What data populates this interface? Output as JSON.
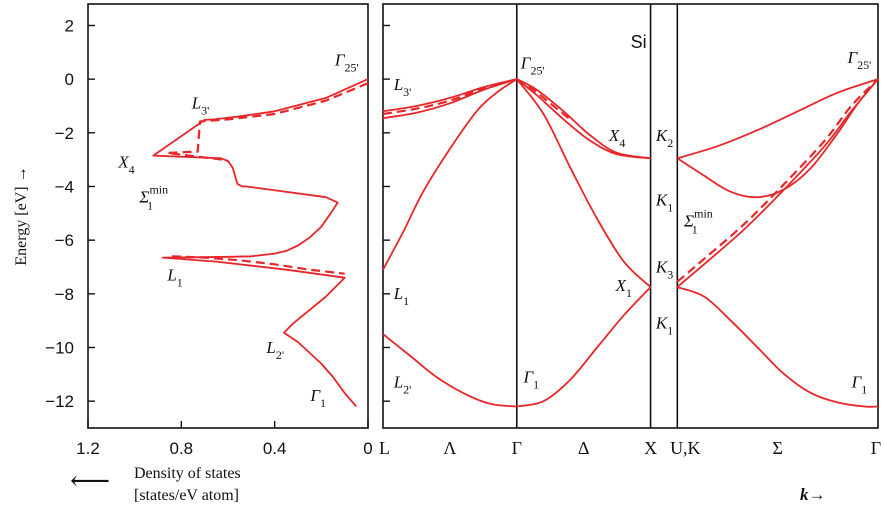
{
  "chart_data": [
    {
      "type": "line",
      "panel": "density-of-states",
      "xlabel_line1": "Density of states",
      "xlabel_line2": "[states/eV atom]",
      "arrow_label": "⟵",
      "ylabel": "Energy [eV] →",
      "xlim": [
        1.2,
        0
      ],
      "ylim": [
        -13,
        2.8
      ],
      "xticks": [
        1.2,
        0.8,
        0.4,
        0
      ],
      "xtick_labels": [
        "1.2",
        "0.8",
        "0.4",
        "0"
      ],
      "yticks": [
        2,
        0,
        -2,
        -4,
        -6,
        -8,
        -10,
        -12
      ],
      "ytick_labels": [
        "2",
        "0",
        "−2",
        "−4",
        "−6",
        "−8",
        "−10",
        "−12"
      ],
      "series": [
        {
          "style": "solid",
          "x": [
            0.0,
            0.18,
            0.4,
            0.56,
            0.66,
            0.7,
            0.92,
            0.63,
            0.6,
            0.58,
            0.56,
            0.54,
            0.52,
            0.18,
            0.13,
            0.16,
            0.2,
            0.25,
            0.3,
            0.35,
            0.4,
            0.5,
            0.6,
            0.88,
            0.65,
            0.35,
            0.1,
            0.18,
            0.25,
            0.32,
            0.36,
            0.3,
            0.25,
            0.2,
            0.15,
            0.1,
            0.05
          ],
          "y": [
            0.0,
            -0.7,
            -1.2,
            -1.4,
            -1.5,
            -1.52,
            -2.85,
            -2.95,
            -3.05,
            -3.3,
            -3.9,
            -4.0,
            -4.0,
            -4.4,
            -4.6,
            -5.0,
            -5.5,
            -5.9,
            -6.2,
            -6.4,
            -6.5,
            -6.6,
            -6.62,
            -6.65,
            -6.8,
            -7.1,
            -7.4,
            -8.1,
            -8.6,
            -9.1,
            -9.45,
            -9.8,
            -10.2,
            -10.6,
            -11.1,
            -11.7,
            -12.2
          ]
        },
        {
          "style": "dashed",
          "x": [
            0.0,
            0.18,
            0.4,
            0.6,
            0.72,
            0.73,
            0.86,
            0.72,
            0.64,
            0.6
          ],
          "y": [
            -0.15,
            -0.8,
            -1.3,
            -1.5,
            -1.58,
            -2.7,
            -2.75,
            -2.9,
            -2.98,
            -3.05
          ]
        },
        {
          "style": "dashed",
          "x": [
            0.84,
            0.7,
            0.55,
            0.4,
            0.25,
            0.1
          ],
          "y": [
            -6.6,
            -6.65,
            -6.75,
            -6.9,
            -7.1,
            -7.25
          ]
        }
      ],
      "annotations": [
        {
          "text": "Γ",
          "sub": "25'",
          "x": 0.04,
          "y": 0.5,
          "anchor": "end"
        },
        {
          "text": "L",
          "sub": "3'",
          "x": 0.68,
          "y": -1.1,
          "anchor": "end"
        },
        {
          "text": "X",
          "sub": "4",
          "x": 1.0,
          "y": -3.3,
          "anchor": "end"
        },
        {
          "text": "Σ",
          "sub": "1",
          "sup": "min",
          "x": 0.98,
          "y": -4.6,
          "anchor": "start"
        },
        {
          "text": "L",
          "sub": "1",
          "x": 0.86,
          "y": -7.5,
          "anchor": "start"
        },
        {
          "text": "L",
          "sub": "2'",
          "x": 0.36,
          "y": -10.2,
          "anchor": "end"
        },
        {
          "text": "Γ",
          "sub": "1",
          "x": 0.18,
          "y": -12.0,
          "anchor": "end"
        }
      ]
    },
    {
      "type": "line",
      "panel": "band-structure",
      "material": "Si",
      "xlabel": "k→",
      "ylim": [
        -13,
        2.8
      ],
      "kpoint_labels": [
        "L",
        "Λ",
        "Γ",
        "Δ",
        "X",
        "U,K",
        "Σ",
        "Γ"
      ],
      "kpoint_positions": [
        0.0,
        0.5,
        1.0,
        1.5,
        2.0,
        2.2,
        2.95,
        3.7
      ],
      "vertical_lines": [
        1.0,
        2.0,
        2.2
      ],
      "kpath_segments": [
        [
          "L",
          "Γ"
        ],
        [
          "Γ",
          "X"
        ],
        [
          "U,K",
          "Γ"
        ]
      ],
      "bands": [
        {
          "segment": 0,
          "style": "solid",
          "x": [
            0.0,
            0.25,
            0.5,
            0.75,
            1.0
          ],
          "y": [
            -1.2,
            -1.0,
            -0.7,
            -0.3,
            0.0
          ]
        },
        {
          "segment": 0,
          "style": "solid",
          "x": [
            0.0,
            0.25,
            0.5,
            0.75,
            1.0
          ],
          "y": [
            -1.45,
            -1.25,
            -0.9,
            -0.4,
            0.0
          ]
        },
        {
          "segment": 0,
          "style": "dashed",
          "x": [
            0.0,
            0.25,
            0.5,
            0.75,
            1.0
          ],
          "y": [
            -1.3,
            -1.1,
            -0.8,
            -0.35,
            0.0
          ]
        },
        {
          "segment": 0,
          "style": "solid",
          "x": [
            0.0,
            0.15,
            0.3,
            0.5,
            0.7,
            0.85,
            1.0
          ],
          "y": [
            -7.1,
            -5.7,
            -4.2,
            -2.6,
            -1.2,
            -0.5,
            0.0
          ]
        },
        {
          "segment": 0,
          "style": "solid",
          "x": [
            0.0,
            0.2,
            0.4,
            0.6,
            0.8,
            1.0
          ],
          "y": [
            -9.5,
            -10.3,
            -11.1,
            -11.7,
            -12.1,
            -12.2
          ]
        },
        {
          "segment": 1,
          "style": "solid",
          "x": [
            1.0,
            1.15,
            1.35,
            1.55,
            1.75,
            2.0
          ],
          "y": [
            0.0,
            -0.6,
            -1.5,
            -2.3,
            -2.8,
            -2.95
          ]
        },
        {
          "segment": 1,
          "style": "solid",
          "x": [
            1.0,
            1.15,
            1.35,
            1.55,
            1.75,
            2.0
          ],
          "y": [
            0.0,
            -0.4,
            -1.2,
            -2.1,
            -2.75,
            -2.95
          ]
        },
        {
          "segment": 1,
          "style": "dashed",
          "x": [
            1.0,
            1.1,
            1.25,
            1.4
          ],
          "y": [
            0.0,
            -0.3,
            -0.9,
            -1.5
          ]
        },
        {
          "segment": 1,
          "style": "solid",
          "x": [
            1.0,
            1.2,
            1.4,
            1.6,
            1.8,
            2.0
          ],
          "y": [
            0.0,
            -1.3,
            -3.3,
            -5.2,
            -6.8,
            -7.75
          ]
        },
        {
          "segment": 1,
          "style": "solid",
          "x": [
            1.0,
            1.2,
            1.4,
            1.6,
            1.8,
            2.0
          ],
          "y": [
            -12.2,
            -12.0,
            -11.2,
            -10.0,
            -8.8,
            -7.75
          ]
        },
        {
          "segment": 2,
          "style": "solid",
          "x": [
            2.2,
            2.5,
            2.8,
            3.1,
            3.4,
            3.7
          ],
          "y": [
            -2.95,
            -2.5,
            -1.9,
            -1.2,
            -0.5,
            0.0
          ]
        },
        {
          "segment": 2,
          "style": "solid",
          "x": [
            2.2,
            2.4,
            2.6,
            2.8,
            3.0,
            3.2,
            3.4,
            3.55,
            3.7
          ],
          "y": [
            -2.95,
            -3.6,
            -4.2,
            -4.4,
            -4.1,
            -3.3,
            -2.0,
            -0.9,
            0.0
          ]
        },
        {
          "segment": 2,
          "style": "solid",
          "x": [
            2.2,
            2.4,
            2.7,
            3.0,
            3.3,
            3.5,
            3.7
          ],
          "y": [
            -7.75,
            -6.9,
            -5.6,
            -4.1,
            -2.5,
            -1.2,
            0.0
          ]
        },
        {
          "segment": 2,
          "style": "dashed",
          "x": [
            2.2,
            2.4,
            2.7,
            3.0,
            3.3,
            3.5,
            3.7
          ],
          "y": [
            -7.55,
            -6.7,
            -5.4,
            -3.9,
            -2.3,
            -1.0,
            0.0
          ]
        },
        {
          "segment": 2,
          "style": "solid",
          "x": [
            2.2,
            2.4,
            2.6,
            2.8,
            3.0,
            3.2,
            3.4,
            3.6,
            3.7
          ],
          "y": [
            -7.75,
            -8.1,
            -9.0,
            -10.0,
            -11.0,
            -11.7,
            -12.05,
            -12.2,
            -12.2
          ]
        }
      ],
      "annotations": [
        {
          "text": "Γ",
          "sub": "25'",
          "x": 1.03,
          "y": 0.4,
          "anchor": "start"
        },
        {
          "text": "L",
          "sub": "3'",
          "x": 0.08,
          "y": -0.4,
          "anchor": "start"
        },
        {
          "text": "X",
          "sub": "4",
          "x": 1.75,
          "y": -2.3,
          "anchor": "middle"
        },
        {
          "text": "K",
          "sub": "2",
          "x": 2.04,
          "y": -2.3,
          "anchor": "start"
        },
        {
          "text": "K",
          "sub": "1",
          "x": 2.04,
          "y": -4.7,
          "anchor": "start"
        },
        {
          "text": "Σ",
          "sub": "1",
          "sup": "min",
          "x": 2.25,
          "y": -5.5,
          "anchor": "start"
        },
        {
          "text": "K",
          "sub": "3",
          "x": 2.04,
          "y": -7.2,
          "anchor": "start"
        },
        {
          "text": "X",
          "sub": "1",
          "x": 1.8,
          "y": -7.9,
          "anchor": "middle"
        },
        {
          "text": "L",
          "sub": "1",
          "x": 0.08,
          "y": -8.2,
          "anchor": "start"
        },
        {
          "text": "K",
          "sub": "1",
          "x": 2.04,
          "y": -9.3,
          "anchor": "start"
        },
        {
          "text": "L",
          "sub": "2'",
          "x": 0.08,
          "y": -11.5,
          "anchor": "start"
        },
        {
          "text": "Γ",
          "sub": "1",
          "x": 1.05,
          "y": -11.3,
          "anchor": "start"
        },
        {
          "text": "Γ",
          "sub": "25'",
          "x": 3.65,
          "y": 0.6,
          "anchor": "end"
        },
        {
          "text": "Γ",
          "sub": "1",
          "x": 3.62,
          "y": -11.5,
          "anchor": "end"
        }
      ],
      "colors": {
        "bands": "#e8262a",
        "axes": "#111111"
      }
    }
  ]
}
